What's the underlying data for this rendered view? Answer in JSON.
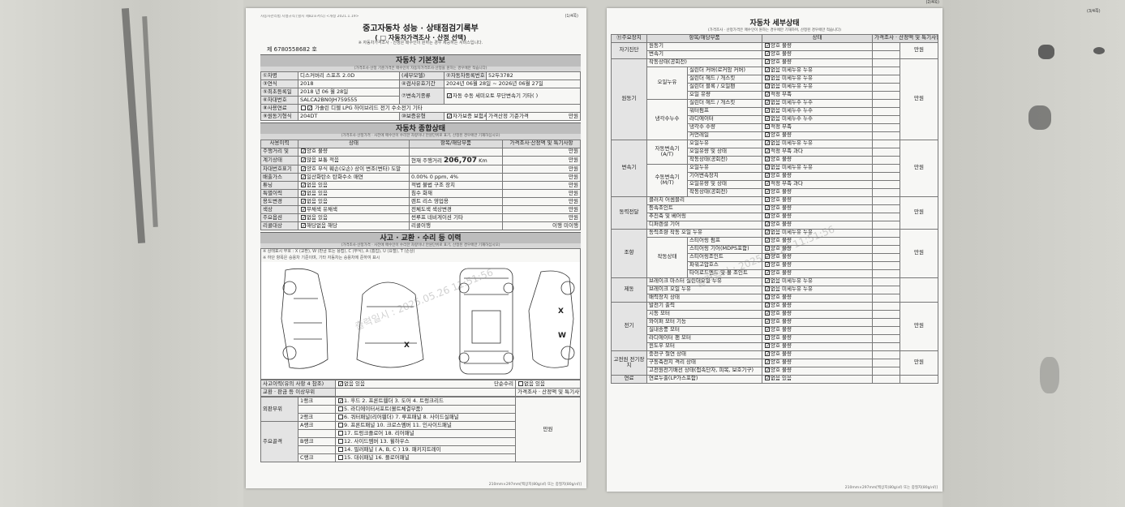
{
  "page1": {
    "header_note": "자동차관리법 시행규칙 [별지 제82호서식] <개정 2021.1.19>",
    "page_num": "(1/4쪽)",
    "title": "중고자동차 성능 · 상태점검기록부",
    "subtitle": "( □ 자동차가격조사 · 산정 선택)",
    "subnote": "※ 자동차가격조사 · 산정은 매수인이 원하는 경우 제공하는 서비스입니다.",
    "doc_no": "제 6780558682 호",
    "basic_title": "자동차 기본정보",
    "basic_note": "(가격조사·산정 기준가격은 매수인이 자동차가격조사·산정을 원하는 경우에만 적습니다)",
    "rows": [
      {
        "l1": "①차명",
        "v1": "디스커버리 스포츠 2.0D",
        "l2": "(세부모델)",
        "v2": "",
        "l3": "②자동차등록번호",
        "v3": "52두3782"
      },
      {
        "l1": "③연식",
        "v1": "2018",
        "l2": "④검사유효기간",
        "v2": "2024년 06월 28일 ~ 2026년 06월 27일"
      },
      {
        "l1": "⑤최초등록일",
        "v1": "2018 년 06 월 28일",
        "l2": "⑦변속기종류",
        "v2": "자동  수동  세미오토  무단변속기  기타( )"
      },
      {
        "l1": "⑥차대번호",
        "v1": "SALCA2BN0JH759555"
      },
      {
        "l1": "⑧사용연료",
        "v1": "가솔린  디젤  LPG  하이브리드  전기  수소전기  기타"
      },
      {
        "l1": "⑨원동기형식",
        "v1": "204DT",
        "l2": "⑩보증유형",
        "v2": "자가보증  보험사보증",
        "l3": "가격산정 기준가격",
        "v3": "만원"
      }
    ],
    "summary_title": "자동차 종합상태",
    "summary_note": "(가격조사·산정가격 · 사전에 매수인이 수리한 차량이나 만원단위로 표기, 산정된 경우에만 기재하십시오)",
    "summary_headers": [
      "사용이력",
      "상태",
      "항목/해당부품",
      "가격조사·산정액 및 특기사항"
    ],
    "summary_rows": [
      {
        "k": "주행거리 및",
        "s": "양호  불량",
        "p": "",
        "r": "만원"
      },
      {
        "k": "계기상태",
        "s": "많음  보통  적음",
        "p": "현재 주행거리",
        "r": "만원"
      },
      {
        "k": "차대번호표기",
        "s": "양호  부식  훼손(오손)  상이  변조(변타)  도말",
        "p": "",
        "r": "만원"
      },
      {
        "k": "배출가스",
        "s": "일산화탄소  탄화수소  매연",
        "p": "0.00%   0 ppm,    4%",
        "r": "만원"
      },
      {
        "k": "튜닝",
        "s": "없음  있음",
        "p": "적법  불법   구조  장치",
        "r": "만원"
      },
      {
        "k": "특별이력",
        "s": "없음  있음",
        "p": "침수  화재",
        "r": "만원"
      },
      {
        "k": "용도변경",
        "s": "없음  있음",
        "p": "렌트  리스  영업용",
        "r": "만원"
      },
      {
        "k": "색상",
        "s": "무채색  유채색",
        "p": "전체도색  색상변경",
        "r": "만원"
      },
      {
        "k": "주요옵션",
        "s": "없음  있음",
        "p": "썬루프  네비게이션  기타",
        "r": "만원"
      },
      {
        "k": "리콜대상",
        "s": "해당없음  해당",
        "p": "리콜이행",
        "r": "이행  미이행"
      }
    ],
    "mileage": "206,707",
    "mileage_unit": "Km",
    "accident_title": "사고 · 교환 · 수리 등 이력",
    "accident_note": "(가격조사·산정가격 · 사전에 매수인이 수리한 차량이나 만원단위로 표기, 산정된 경우에만 기재하십시오)",
    "accident_legend1": "※ 상태표시 부호 :  X (교환),  W (판금 또는 용접),  C (부식),  A (흠집),  U (요철),  T (손상)",
    "accident_legend2": "※ 하단 항목은 승용차 기준이며, 기타 자동차는 승용차에 준하여 표시",
    "diagram_marks": [
      "X",
      "X",
      "W"
    ],
    "acc_rows": [
      {
        "k": "사고이력(유의 사항 4 참조)",
        "v": "없음  있음",
        "k2": "단순수리",
        "v2": "없음  있음"
      },
      {
        "k": "교환 · 판금 등 이상부위",
        "v": "",
        "k2": "가격조사 · 산정액 및 특기사항",
        "v2": ""
      }
    ],
    "outer_label": "외판부위",
    "outer_ranks": [
      {
        "rank": "1랭크",
        "items": "1. 후드  2. 프론트휀더  3. 도어  4. 트렁크리드"
      },
      {
        "rank": "",
        "items": "5. 라디에이터서포트(볼트체결부품)"
      },
      {
        "rank": "2랭크",
        "items": "6. 쿼터패널(리어휀더)  7. 루프패널  8. 사이드실패널"
      }
    ],
    "frame_label": "주요골격",
    "frame_ranks": [
      {
        "rank": "A랭크",
        "items": "9. 프론트패널  10. 크로스멤버  11. 인사이드패널"
      },
      {
        "rank": "",
        "items": "17. 트렁크플로어  18. 리어패널"
      },
      {
        "rank": "B랭크",
        "items": "12. 사이드멤버  13. 휠하우스"
      },
      {
        "rank": "",
        "items": "14. 필러패널 ( A,  B,  C )  19. 패키지트레이"
      },
      {
        "rank": "C랭크",
        "items": "15. 대쉬패널  16. 플로어패널"
      }
    ],
    "manwon": "만원",
    "stamp": "출력일시 : 2025.05.26 11:51:56",
    "footer": "210mm×297mm[백상지(80g/㎡) 또는 중질지(80g/㎡)]"
  },
  "page2": {
    "page_num": "(2/4쪽)",
    "title": "자동차 세부상태",
    "subnote": "(가격조사 · 산정가격은 매수인이 원하는 경우에만 기재하며, 산정된 경우에만 적습니다)",
    "headers": [
      "⑪주요장치",
      "항목/해당부품",
      "상태",
      "가격조사 · 산정액 및 특기사항"
    ],
    "groups": [
      {
        "name": "자기진단",
        "price": "만원",
        "rows": [
          {
            "sub": "",
            "item": "원동기",
            "state": "양호  불량"
          },
          {
            "sub": "",
            "item": "변속기",
            "state": "양호  불량"
          }
        ]
      },
      {
        "name": "원동기",
        "price": "만원",
        "rows": [
          {
            "sub": "",
            "item": "작동상태(공회전)",
            "state": "양호  불량"
          },
          {
            "sub": "오일누유",
            "item": "실린더 커버(로커암 커버)",
            "state": "없음  미세누유  누유"
          },
          {
            "sub": "",
            "item": "실린더 헤드 / 개스킷",
            "state": "없음  미세누유  누유"
          },
          {
            "sub": "",
            "item": "실린더 블록 / 오일팬",
            "state": "없음  미세누유  누유"
          },
          {
            "sub": "",
            "item": "오일 유량",
            "state": "적정  부족"
          },
          {
            "sub": "냉각수누수",
            "item": "실린더 헤드 / 개스킷",
            "state": "없음  미세누수  누수"
          },
          {
            "sub": "",
            "item": "워터펌프",
            "state": "없음  미세누수  누수"
          },
          {
            "sub": "",
            "item": "라디에이터",
            "state": "없음  미세누수  누수"
          },
          {
            "sub": "",
            "item": "냉각수 수량",
            "state": "적정  부족"
          },
          {
            "sub": "",
            "item": "커먼레일",
            "state": "양호  불량"
          }
        ]
      },
      {
        "name": "변속기",
        "price": "만원",
        "rows": [
          {
            "sub": "자동변속기 (A/T)",
            "item": "오일누유",
            "state": "없음  미세누유  누유"
          },
          {
            "sub": "",
            "item": "오일유량 및 상태",
            "state": "적정  부족  과다"
          },
          {
            "sub": "",
            "item": "작동상태(공회전)",
            "state": "양호  불량"
          },
          {
            "sub": "수동변속기 (M/T)",
            "item": "오일누유",
            "state": "없음  미세누유  누유"
          },
          {
            "sub": "",
            "item": "기어변속장치",
            "state": "양호  불량"
          },
          {
            "sub": "",
            "item": "오일유량 및 상태",
            "state": "적정  부족  과다"
          },
          {
            "sub": "",
            "item": "작동상태(공회전)",
            "state": "양호  불량"
          }
        ]
      },
      {
        "name": "동력전달",
        "price": "만원",
        "rows": [
          {
            "sub": "",
            "item": "클러치 어셈블리",
            "state": "양호  불량"
          },
          {
            "sub": "",
            "item": "등속조인트",
            "state": "양호  불량"
          },
          {
            "sub": "",
            "item": "추진축 및 베어링",
            "state": "양호  불량"
          },
          {
            "sub": "",
            "item": "디퍼렌셜 기어",
            "state": "양호  불량"
          }
        ]
      },
      {
        "name": "조향",
        "price": "만원",
        "rows": [
          {
            "sub": "",
            "item": "동력조향 작동 오일 누유",
            "state": "없음  미세누유  누유"
          },
          {
            "sub": "작동상태",
            "item": "스티어링 펌프",
            "state": "양호  불량"
          },
          {
            "sub": "",
            "item": "스티어링 기어(MDPS포함)",
            "state": "양호  불량"
          },
          {
            "sub": "",
            "item": "스티어링조인트",
            "state": "양호  불량"
          },
          {
            "sub": "",
            "item": "파워고압호스",
            "state": "양호  불량"
          },
          {
            "sub": "",
            "item": "타이로드엔드 및 볼 조인트",
            "state": "양호  불량"
          }
        ]
      },
      {
        "name": "제동",
        "price": "",
        "rows": [
          {
            "sub": "",
            "item": "브레이크 마스터 실린더오일 누유",
            "state": "없음  미세누유  누유"
          },
          {
            "sub": "",
            "item": "브레이크 오일 누유",
            "state": "없음  미세누유  누유"
          },
          {
            "sub": "",
            "item": "배력장치 상태",
            "state": "양호  불량"
          }
        ]
      },
      {
        "name": "전기",
        "price": "만원",
        "rows": [
          {
            "sub": "",
            "item": "발전기 출력",
            "state": "양호  불량"
          },
          {
            "sub": "",
            "item": "시동 모터",
            "state": "양호  불량"
          },
          {
            "sub": "",
            "item": "와이퍼 모터 기능",
            "state": "양호  불량"
          },
          {
            "sub": "",
            "item": "실내송풍 모터",
            "state": "양호  불량"
          },
          {
            "sub": "",
            "item": "라디에이터 팬 모터",
            "state": "양호  불량"
          },
          {
            "sub": "",
            "item": "윈도우 모터",
            "state": "양호  불량"
          }
        ]
      },
      {
        "name": "고전원 전기장치",
        "price": "만원",
        "rows": [
          {
            "sub": "",
            "item": "충전구 절연 상태",
            "state": "양호  불량"
          },
          {
            "sub": "",
            "item": "구동축전지 격리 상태",
            "state": "양호  불량"
          },
          {
            "sub": "",
            "item": "고전원전기배선 상태(접속단자, 피복, 보호기구)",
            "state": "양호  불량"
          }
        ]
      },
      {
        "name": "연료",
        "price": "",
        "rows": [
          {
            "sub": "",
            "item": "연료누출(LP가스포함)",
            "state": "없음  있음"
          }
        ]
      }
    ],
    "stamp": "출력일시 : 2025.05.26 11:51:56",
    "footer": "210mm×297mm[백상지(80g/㎡) 또는 중질지(80g/㎡)]"
  },
  "bg_page_num": "(3/4쪽)"
}
